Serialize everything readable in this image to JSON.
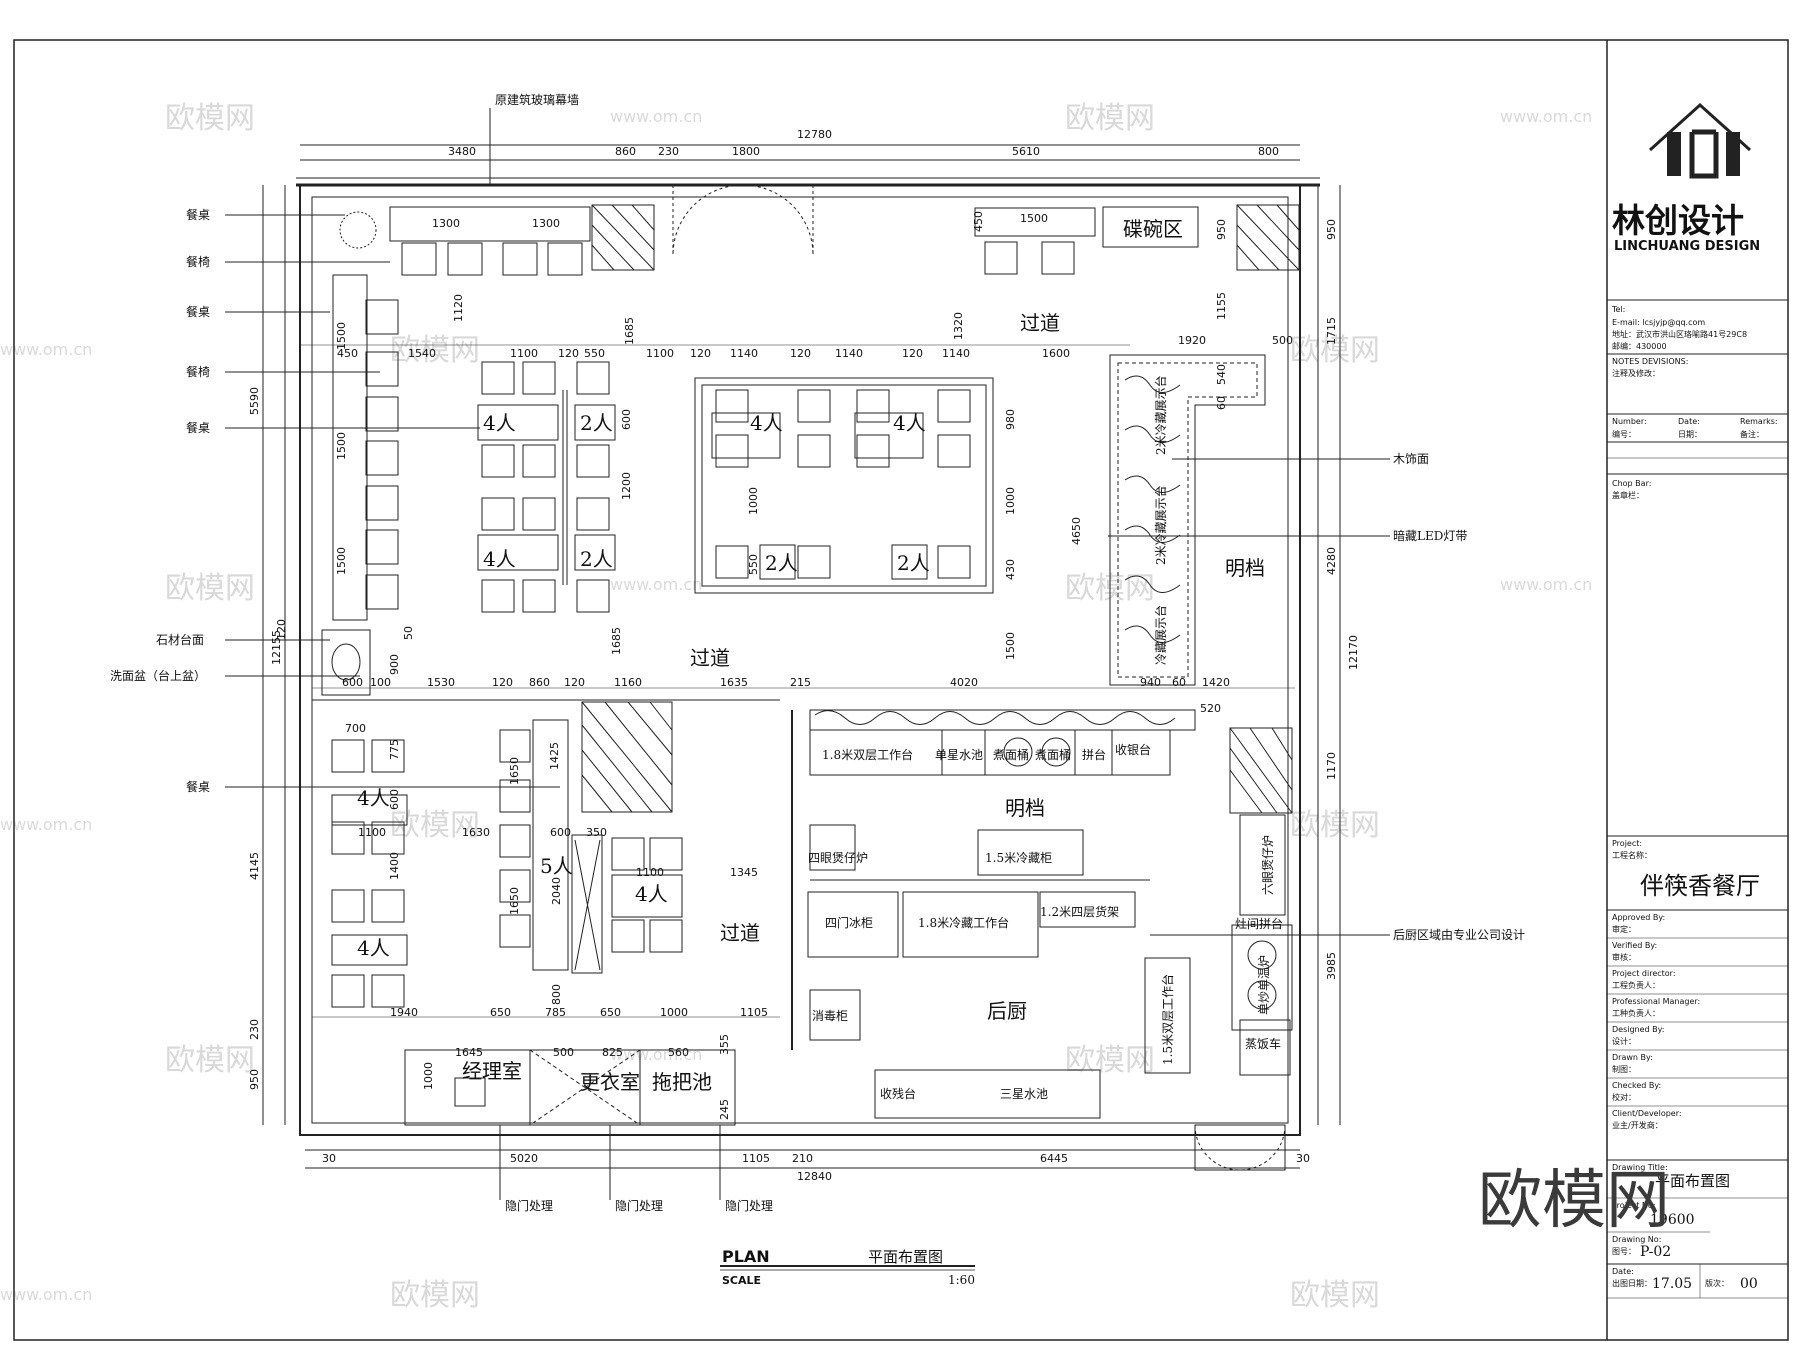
{
  "drawing": {
    "curtain_wall_label": "原建筑玻璃幕墙",
    "top_dims": [
      "12780",
      "3480",
      "860",
      "230",
      "1800",
      "5610",
      "800"
    ],
    "bottom_dims": [
      "5020",
      "1105",
      "210",
      "6445",
      "12840",
      "30",
      "30"
    ],
    "left_dims": [
      "5590",
      "12155",
      "4145",
      "950",
      "230"
    ],
    "right_dims": [
      "950",
      "1715",
      "4280",
      "1170",
      "3985",
      "12170"
    ],
    "inner_dims": [
      "1300",
      "1300",
      "1500",
      "1120",
      "1540",
      "1100",
      "120",
      "550",
      "1100",
      "120",
      "1140",
      "120",
      "1140",
      "120",
      "1140",
      "1600",
      "1920",
      "500",
      "1685",
      "1320",
      "1155",
      "600",
      "1200",
      "980",
      "1000",
      "1000",
      "4650",
      "550",
      "430",
      "1500",
      "1685",
      "1530",
      "120",
      "860",
      "120",
      "1160",
      "1635",
      "215",
      "4020",
      "940",
      "60",
      "1420",
      "520",
      "700",
      "775",
      "600",
      "1100",
      "1630",
      "600",
      "350",
      "1400",
      "1425",
      "1650",
      "1650",
      "2040",
      "1100",
      "1345",
      "1940",
      "650",
      "785",
      "650",
      "1000",
      "1105",
      "1645",
      "500",
      "825",
      "560",
      "355",
      "245",
      "800",
      "1000",
      "600",
      "100",
      "900",
      "120",
      "50",
      "1500",
      "1500",
      "1500",
      "450",
      "450",
      "950",
      "540",
      "60"
    ],
    "left_callouts": [
      "餐桌",
      "餐椅",
      "餐桌",
      "餐椅",
      "餐桌",
      "石材台面",
      "洗面盆（台上盆）",
      "餐桌"
    ],
    "right_callouts": [
      "木饰面",
      "暗藏LED灯带",
      "后厨区域由专业公司设计"
    ],
    "bottom_callouts": [
      "隐门处理",
      "隐门处理",
      "隐门处理"
    ],
    "rooms": {
      "passage_top": "过道",
      "passage_mid": "过道",
      "passage_low": "过道",
      "dish_area": "碟碗区",
      "open_bar_right": "明档",
      "open_bar_mid": "明档",
      "back_kitchen": "后厨",
      "manager_room": "经理室",
      "changing_room": "更衣室",
      "mop_pool": "拖把池"
    },
    "tables": [
      "4人",
      "2人",
      "4人",
      "2人",
      "4人",
      "4人",
      "2人",
      "2人",
      "4人",
      "5人",
      "4人",
      "4人"
    ],
    "equipment": [
      "1.8米双层工作台",
      "单星水池",
      "煮面桶",
      "煮面桶",
      "拼台",
      "收银台",
      "1.5米冷藏柜",
      "四眼煲仔炉",
      "四门冰柜",
      "1.8米冷藏工作台",
      "1.2米四层货架",
      "消毒柜",
      "收残台",
      "三星水池",
      "1.5米双层工作台",
      "六眼煲仔炉",
      "灶间拼台",
      "单炒单温炉",
      "蒸饭车",
      "2米冷藏展示台",
      "2米冷藏展示台",
      "冷藏展示台"
    ],
    "plan_label": "PLAN",
    "plan_title": "平面布置图",
    "scale_label": "SCALE",
    "scale_value": "1:60"
  },
  "title_block": {
    "logo_text": "林创设计",
    "logo_en": "LINCHUANG DESIGN",
    "tel": "Tel:",
    "email": "E-mail: lcsjyjp@qq.com",
    "address": "地址：武汉市洪山区珞喻路41号29C8",
    "postcode": "邮编：430000",
    "notes": "NOTES  DEVISIONS:",
    "notes_cn": "注释及修改：",
    "number": "Number:",
    "number_cn": "编号：",
    "date": "Date:",
    "date_cn": "日期：",
    "remarks": "Remarks:",
    "remarks_cn": "备注：",
    "chop": "Chop Bar:",
    "chop_cn": "盖章栏：",
    "project": "Project:",
    "project_cn": "工程名称：",
    "project_name": "伴筷香餐厅",
    "approved": "Approved By:",
    "approved_cn": "审定：",
    "verified": "Verified By:",
    "verified_cn": "审核：",
    "director": "Project director:",
    "director_cn": "工程负责人：",
    "manager": "Professional  Manager:",
    "manager_cn": "工种负责人：",
    "designed": "Designed By:",
    "designed_cn": "设计：",
    "drawn": "Drawn By:",
    "drawn_cn": "制图：",
    "checked": "Checked By:",
    "checked_cn": "校对：",
    "client": "Client/Developer:",
    "client_cn": "业主/开发商：",
    "drawing_title": "Drawing Title:",
    "drawing_title_value": "平面布置图",
    "project_no": "Project No:",
    "project_no_value": "19600",
    "drawing_no": "Drawing No:",
    "drawing_no_cn": "图号：",
    "drawing_no_value": "P-02",
    "date_label": "Date:",
    "date_label_cn": "出图日期：",
    "date_value": "17.05",
    "revision_cn": "版次：",
    "revision_value": "00"
  },
  "watermark": {
    "brand": "欧模网",
    "url": "www.om.cn",
    "corner_logo": "欧模网"
  }
}
